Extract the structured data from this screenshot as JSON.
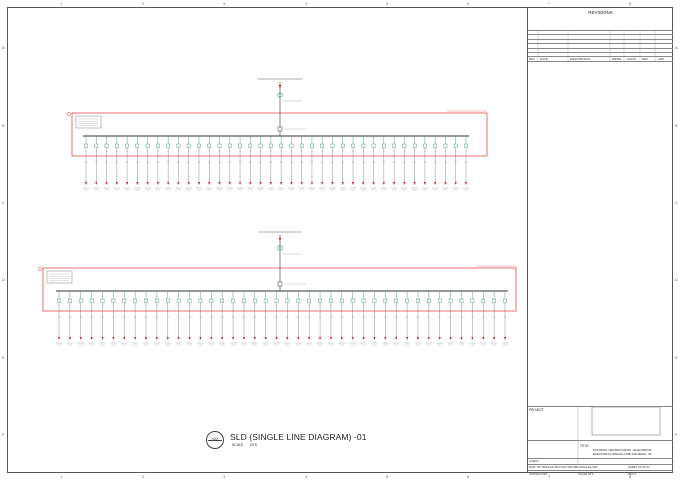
{
  "sheet": {
    "zone_cols": [
      "1",
      "2",
      "3",
      "4",
      "5",
      "6",
      "7",
      "8"
    ],
    "zone_rows": [
      "A",
      "B",
      "C",
      "D",
      "E",
      "F"
    ],
    "colors": {
      "frame": "#555555",
      "panel": "#e03030",
      "feeder": "#2a8a5a",
      "busbar": "#333333",
      "lead": "#cc2222",
      "text": "#444444"
    }
  },
  "revisions": {
    "title": "REVISIONS",
    "headers": [
      "REV",
      "DATE",
      "DESCRIPTION",
      "DRWN",
      "CHK'D",
      "REV",
      "APP"
    ]
  },
  "title_block": {
    "project_label": "PROJECT",
    "title_label": "TITLE",
    "title_line1": "CONTROL CENTER ROOM - ELECTRICAL",
    "title_line2": "ELECTRICAL SINGLE LINE DIAGRAM - 01",
    "fields": [
      {
        "label": "CLIENT",
        "value": "-"
      },
      {
        "label": "DWG NO",
        "value": "TRAN-EH-MM-CCD-TRN-BB-1502-ELE-SMI"
      },
      {
        "label": "SHEET",
        "value": "01 OF 01"
      },
      {
        "label": "CONSULTANT",
        "value": "-"
      },
      {
        "label": "SCALE",
        "value": "NTS"
      },
      {
        "label": "REV",
        "value": "A"
      }
    ]
  },
  "drawing": {
    "number": "XXX",
    "title": "SLD (SINGLE LINE DIAGRAM) -01",
    "scale_label": "SCALE",
    "scale_value": "NTS"
  }
}
